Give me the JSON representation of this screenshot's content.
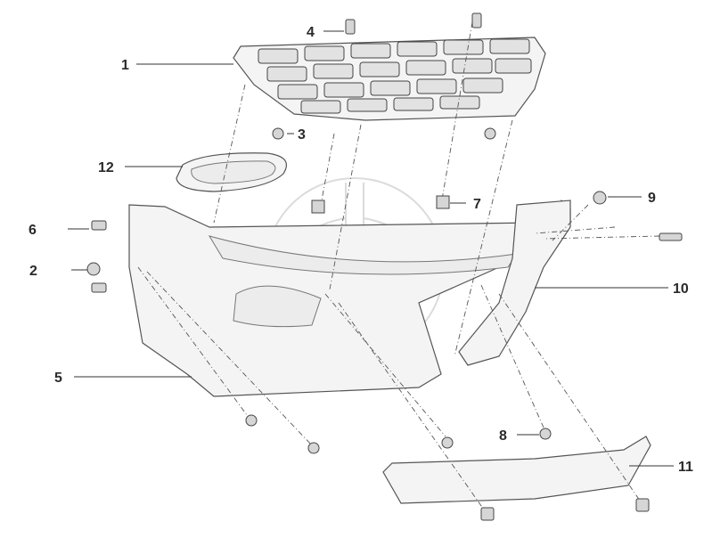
{
  "callouts": {
    "c1": "1",
    "c2": "2",
    "c3": "3",
    "c4": "4",
    "c5": "5",
    "c6": "6",
    "c7": "7",
    "c8": "8",
    "c9": "9",
    "c10": "10",
    "c11": "11",
    "c12": "12"
  },
  "watermark_icon": "stylized-logo-watermark"
}
